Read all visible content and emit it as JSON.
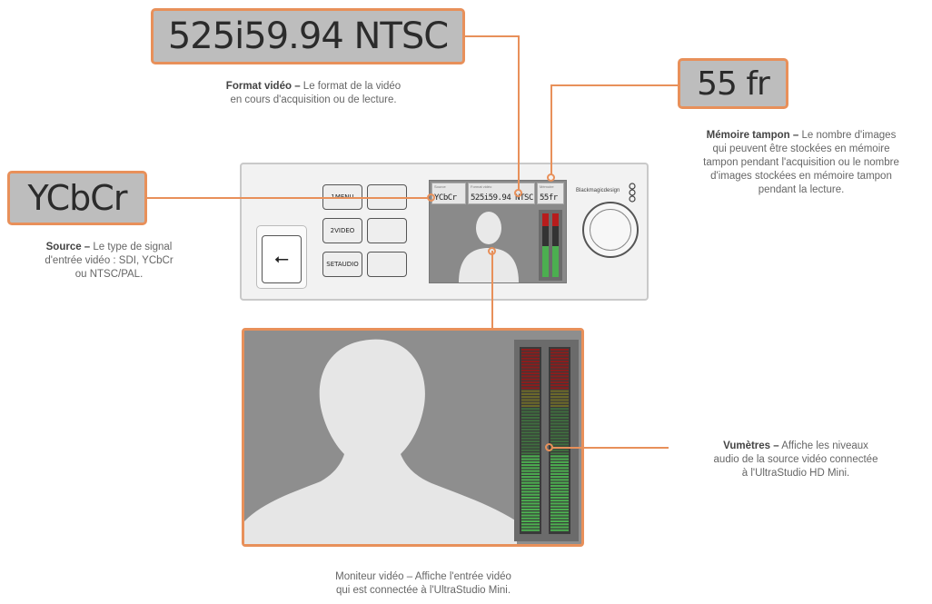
{
  "callouts": {
    "video_format": {
      "value": "525i59.94 NTSC",
      "title": "Format vidéo –",
      "text_line1": " Le format de la vidéo",
      "text_line2": "en cours d'acquisition ou de lecture."
    },
    "buffer": {
      "value": "55 fr",
      "title": "Mémoire tampon –",
      "text_line1": " Le nombre d'images",
      "text_line2": "qui peuvent être stockées en mémoire",
      "text_line3": "tampon pendant l'acquisition ou le nombre",
      "text_line4": "d'images stockées en mémoire tampon",
      "text_line5": "pendant la lecture."
    },
    "source": {
      "value": "YCbCr",
      "title": "Source –",
      "text_line1": " Le type de signal",
      "text_line2": "d'entrée vidéo : SDI, YCbCr",
      "text_line3": "ou NTSC/PAL."
    },
    "meters": {
      "title": "Vumètres –",
      "text_line1": " Affiche les niveaux",
      "text_line2": "audio de la source vidéo connectée",
      "text_line3": "à l'UltraStudio HD Mini."
    },
    "monitor": {
      "text_line1": "Moniteur vidéo – Affiche l'entrée vidéo",
      "text_line2": "qui est connectée à l'UltraStudio Mini."
    }
  },
  "device": {
    "buttons": [
      "1MENU",
      "2VIDEO",
      "SETAUDIO"
    ],
    "usb_symbol": "⭠",
    "brand": "Blackmagicdesign",
    "screen": {
      "source_label": "Source",
      "source_value": "YCbCr",
      "format_label": "Format vidéo",
      "format_value": "525i59.94 NTSC",
      "buffer_label": "Mémoire",
      "buffer_value": "55fr"
    }
  },
  "colors": {
    "accent": "#e8905a",
    "callout_bg": "#bdbdbd",
    "meter_green": "#4caf50",
    "meter_red": "#b71c1c"
  }
}
